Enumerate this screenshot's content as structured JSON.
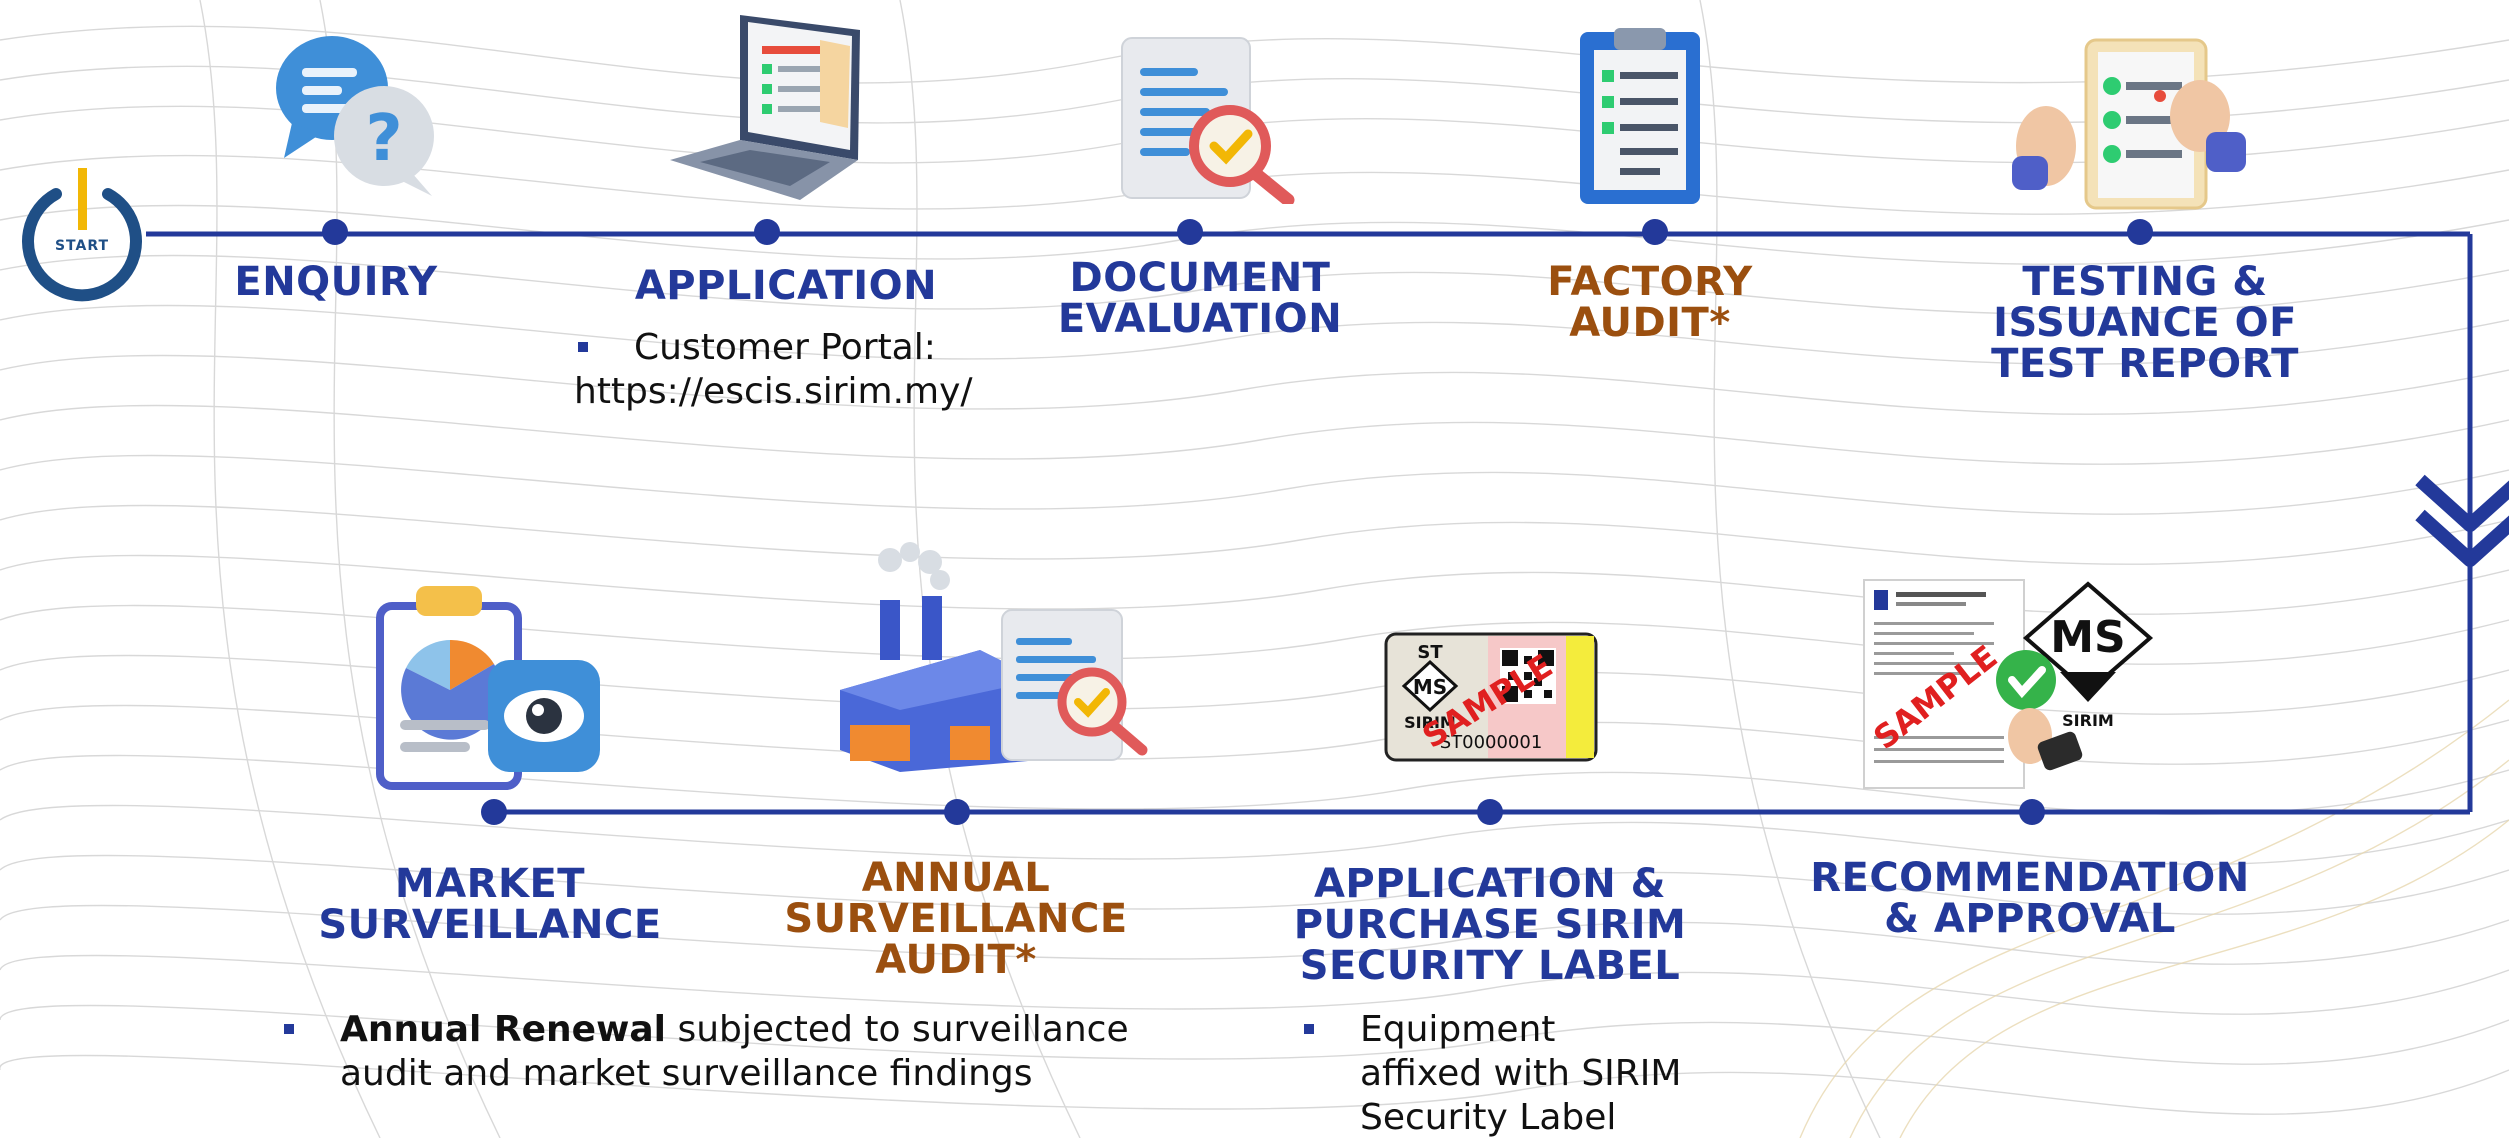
{
  "start_label": "START",
  "steps_top": [
    {
      "title": "ENQUIRY",
      "icon": "chat-question-icon",
      "color": "blue"
    },
    {
      "title": "APPLICATION",
      "icon": "laptop-form-icon",
      "color": "blue"
    },
    {
      "title": "DOCUMENT EVALUATION",
      "icon": "document-magnifier-icon",
      "color": "blue"
    },
    {
      "title": "FACTORY AUDIT*",
      "icon": "clipboard-checklist-icon",
      "color": "brown"
    },
    {
      "title": "TESTING & ISSUANCE OF TEST REPORT",
      "icon": "hand-checklist-icon",
      "color": "blue"
    }
  ],
  "steps_bottom": [
    {
      "title": "MARKET SURVEILLANCE",
      "icon": "report-eye-icon",
      "color": "blue"
    },
    {
      "title": "ANNUAL SURVEILLANCE AUDIT*",
      "icon": "factory-magnifier-icon",
      "color": "brown"
    },
    {
      "title": "APPLICATION & PURCHASE SIRIM SECURITY LABEL",
      "icon": "security-label-icon",
      "color": "blue"
    },
    {
      "title": "RECOMMENDATION & APPROVAL",
      "icon": "certificate-approval-icon",
      "color": "blue"
    }
  ],
  "titles": {
    "enquiry": "ENQUIRY",
    "application": "APPLICATION",
    "doc_eval_1": "DOCUMENT",
    "doc_eval_2": "EVALUATION",
    "factory_1": "FACTORY",
    "factory_2": "AUDIT*",
    "testing_1": "TESTING &",
    "testing_2": "ISSUANCE OF",
    "testing_3": "TEST REPORT",
    "market_1": "MARKET",
    "market_2": "SURVEILLANCE",
    "annual_1": "ANNUAL",
    "annual_2": "SURVEILLANCE",
    "annual_3": "AUDIT*",
    "label_1": "APPLICATION &",
    "label_2": "PURCHASE SIRIM",
    "label_3": "SECURITY LABEL",
    "recommend_1": "RECOMMENDATION",
    "recommend_2": "& APPROVAL"
  },
  "notes": {
    "application_1": "Customer Portal:",
    "application_2": "https://escis.sirim.my/",
    "market_bold": "Annual Renewal",
    "market_rest": " subjected to surveillance",
    "market_2": "audit and market surveillance findings",
    "label_1": "Equipment",
    "label_2": "affixed with SIRIM",
    "label_3": "Security Label"
  },
  "security_label": {
    "st": "ST",
    "ms": "MS",
    "sirim": "SIRIM",
    "serial": "ST0000001",
    "sample": "SAMPLE"
  },
  "certificate": {
    "sample": "SAMPLE",
    "ms": "MS",
    "sirim": "SIRIM"
  },
  "colors": {
    "primary": "#23399a",
    "accent": "#9b4f0f",
    "start_ring": "#1f4f86",
    "start_bar": "#f2b705"
  }
}
